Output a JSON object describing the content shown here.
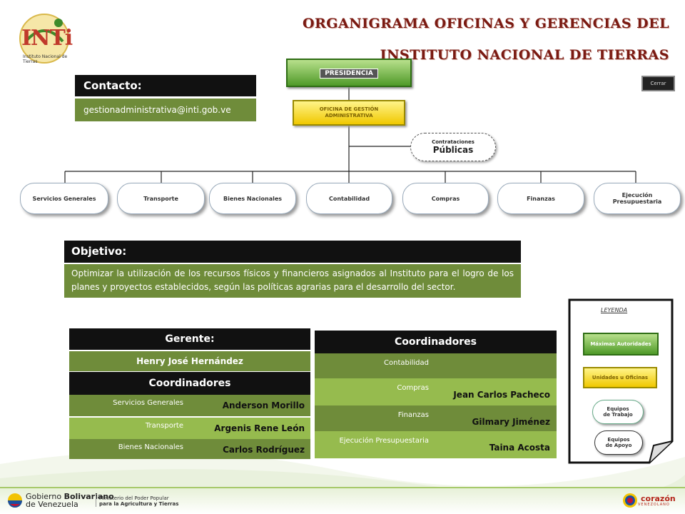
{
  "header": {
    "logo_text": "INTi",
    "logo_subtitle": "Instituto Nacional de Tierras",
    "title_line1": "ORGANIGRAMA OFICINAS Y GERENCIAS DEL",
    "title_line2": "INSTITUTO NACIONAL DE TIERRAS",
    "close_label": "Cerrar"
  },
  "contact": {
    "label": "Contacto:",
    "email": "gestionadministrativa@inti.gob.ve"
  },
  "org": {
    "presidency": "PRESIDENCIA",
    "office_line1": "OFICINA DE GESTIÓN",
    "office_line2": "ADMINISTRATIVA",
    "contracts_top": "Contrataciones",
    "contracts_bottom": "Públicas",
    "units": [
      "Servicios Generales",
      "Transporte",
      "Bienes Nacionales",
      "Contabilidad",
      "Compras",
      "Finanzas",
      "Ejecución Presupuestaria"
    ]
  },
  "objective": {
    "label": "Objetivo:",
    "text": "Optimizar la utilización de los recursos físicos y financieros asignados al Instituto para el logro de los planes y proyectos establecidos, según las políticas agrarias para el desarrollo del sector."
  },
  "left_table": {
    "manager_label": "Gerente:",
    "manager_name": "Henry José Hernández",
    "coordinators_label": "Coordinadores",
    "rows": [
      {
        "area": "Servicios Generales",
        "name": "Anderson Morillo"
      },
      {
        "area": "Transporte",
        "name": "Argenis Rene León"
      },
      {
        "area": "Bienes Nacionales",
        "name": "Carlos Rodríguez"
      }
    ]
  },
  "right_table": {
    "coordinators_label": "Coordinadores",
    "rows": [
      {
        "area": "Contabilidad",
        "name": ""
      },
      {
        "area": "Compras",
        "name": "Jean Carlos Pacheco"
      },
      {
        "area": "Finanzas",
        "name": "Gilmary Jiménez"
      },
      {
        "area": "Ejecución Presupuestaria",
        "name": "Taina Acosta"
      }
    ]
  },
  "legend": {
    "title": "LEYENDA",
    "items": [
      "Máximas Autoridades",
      "Unidades u Oficinas",
      "Equipos de Trabajo",
      "Equipos de Apoyo"
    ]
  },
  "footer": {
    "gov_line1": "Gobierno",
    "gov_line1_bold": "Bolivariano",
    "gov_line2": "de Venezuela",
    "ministry_line1": "Ministerio del Poder Popular",
    "ministry_line2": "para la Agricultura y Tierras",
    "brand": "corazón",
    "brand_sub": "VENEZOLANO"
  },
  "colors": {
    "green_band": "#6f8c3a",
    "dark_band": "#111111",
    "title": "#7a1a12",
    "presidency_green": "#4f9a28",
    "office_yellow": "#f0c800"
  }
}
